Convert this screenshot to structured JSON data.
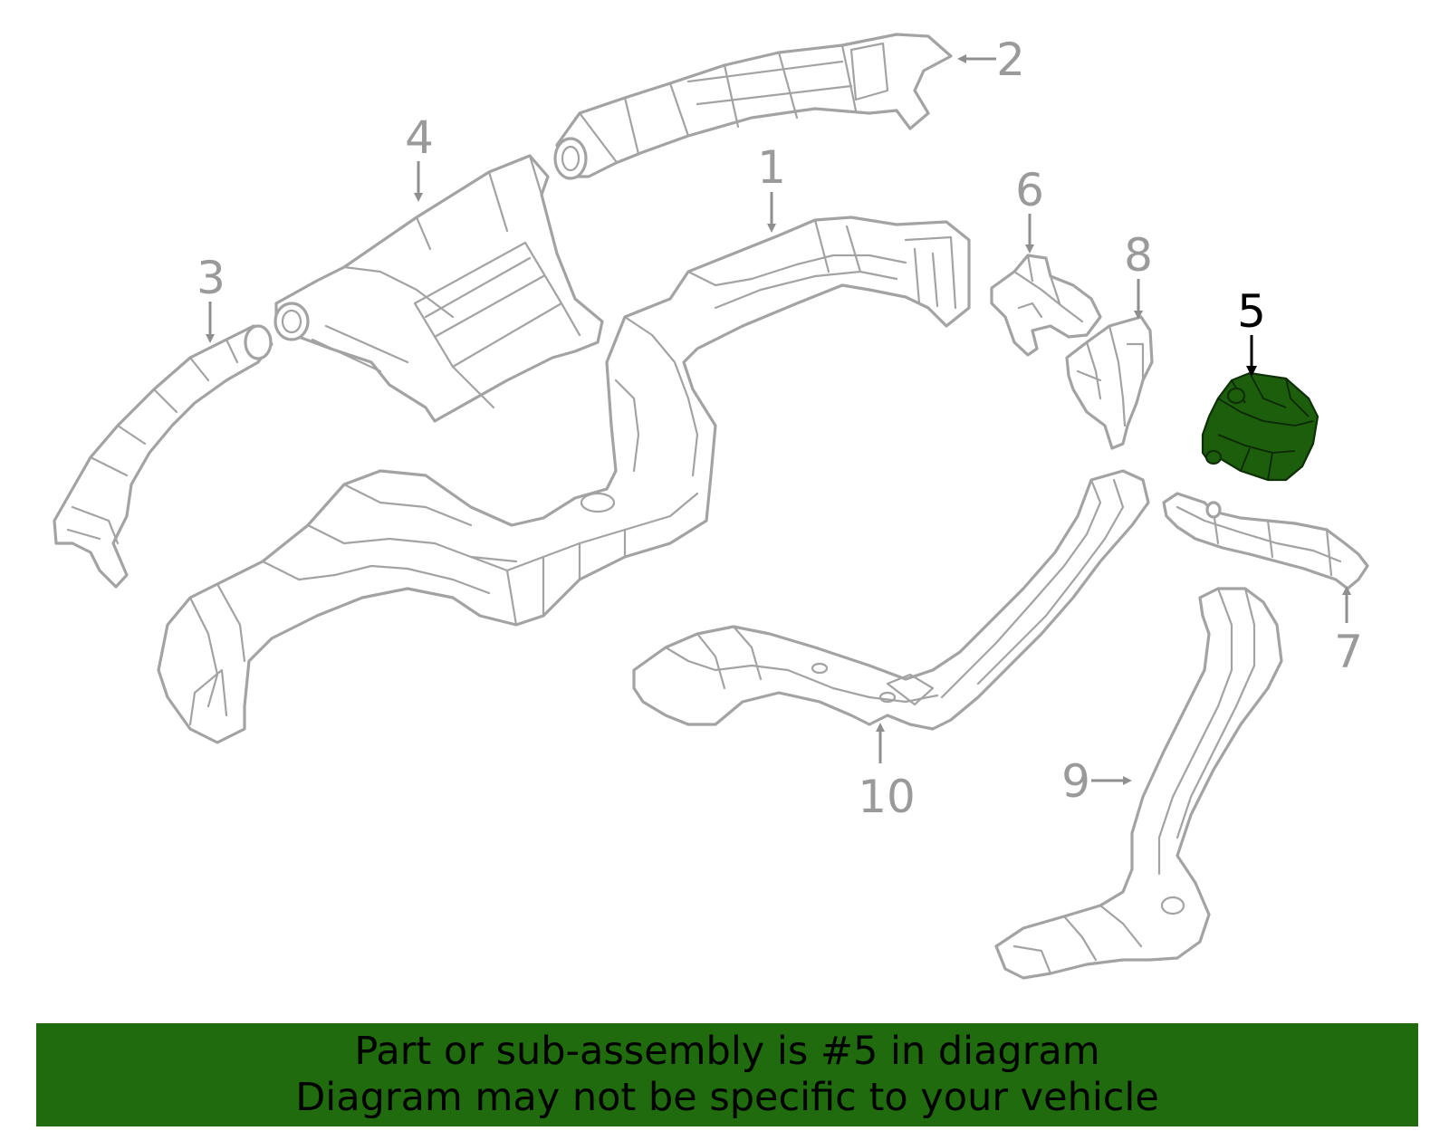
{
  "diagram": {
    "highlight_color": "#1f6b0e",
    "callouts": {
      "c1": "1",
      "c2": "2",
      "c3": "3",
      "c4": "4",
      "c5": "5",
      "c6": "6",
      "c7": "7",
      "c8": "8",
      "c9": "9",
      "c10": "10"
    },
    "highlighted_callout": "5"
  },
  "banner": {
    "line1": "Part or sub-assembly is #5 in diagram",
    "line2": "Diagram may not be specific to your vehicle",
    "background": "#1f6b0e"
  }
}
